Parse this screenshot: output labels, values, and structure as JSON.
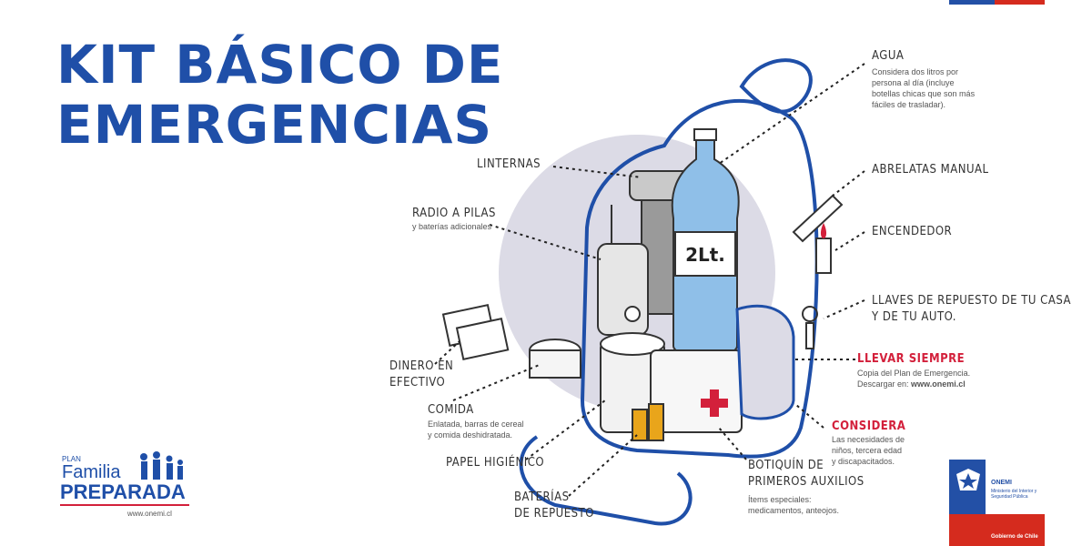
{
  "title": {
    "line1": "KIT BÁSICO DE",
    "line2": "EMERGENCIAS"
  },
  "labels": {
    "agua": {
      "title": "AGUA",
      "desc": [
        "Considera dos litros por",
        "persona al día (incluye",
        "botellas chicas que son más",
        "fáciles de trasladar)."
      ]
    },
    "linternas": {
      "title": "LINTERNAS"
    },
    "radio": {
      "title": "RADIO A PILAS",
      "desc": "y baterías adicionales"
    },
    "abrelatas": {
      "title": "ABRELATAS MANUAL"
    },
    "encendedor": {
      "title": "ENCENDEDOR"
    },
    "llaves": {
      "title": [
        "LLAVES DE REPUESTO DE TU CASA",
        "Y DE TU AUTO."
      ]
    },
    "llevar": {
      "title": "LLEVAR SIEMPRE",
      "desc": [
        "Copia del Plan de Emergencia.",
        "Descargar en:"
      ],
      "link": "www.onemi.cl"
    },
    "dinero": {
      "title": [
        "DINERO EN",
        "EFECTIVO"
      ]
    },
    "comida": {
      "title": "COMIDA",
      "desc": [
        "Enlatada, barras de cereal",
        "y comida deshidratada."
      ]
    },
    "considera": {
      "title": "CONSIDERA",
      "desc": [
        "Las necesidades de",
        "niños, tercera edad",
        "y discapacitados."
      ]
    },
    "papel": {
      "title": "PAPEL HIGIÉNICO"
    },
    "botiquin": {
      "title": [
        "BOTIQUÍN DE",
        "PRIMEROS AUXILIOS"
      ],
      "desc": [
        "Ítems especiales:",
        "medicamentos, anteojos."
      ]
    },
    "baterias": {
      "title": [
        "BATERÍAS",
        "DE REPUESTO"
      ]
    }
  },
  "bottle_label": "2Lt.",
  "logo": {
    "plan": "PLAN",
    "familia": "Familia",
    "preparada": "PREPARADA",
    "web": "www.onemi.cl"
  },
  "gov": {
    "onemi": "ONEMI",
    "ministry": "Ministerio del Interior y Seguridad Pública",
    "gobierno": "Gobierno de Chile"
  },
  "colors": {
    "brand_blue": "#1f4fa8",
    "accent_red": "#d3203b",
    "circle": "#dcdbe6",
    "water": "#8fbfe8"
  }
}
